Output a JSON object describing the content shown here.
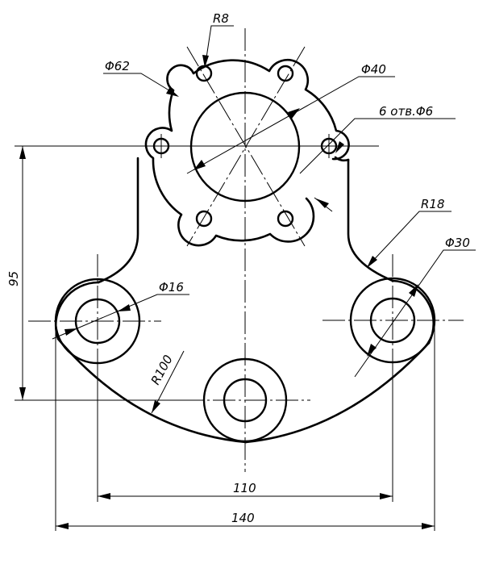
{
  "labels": {
    "r8": "R8",
    "d62": "Φ62",
    "d40": "Φ40",
    "holes": "6 отв.Φ6",
    "r18": "R18",
    "d30": "Φ30",
    "dim95": "95",
    "d16": "Φ16",
    "r100": "R100",
    "dim110": "110",
    "dim140": "140"
  },
  "colors": {
    "line": "#000000",
    "background": "#ffffff"
  }
}
